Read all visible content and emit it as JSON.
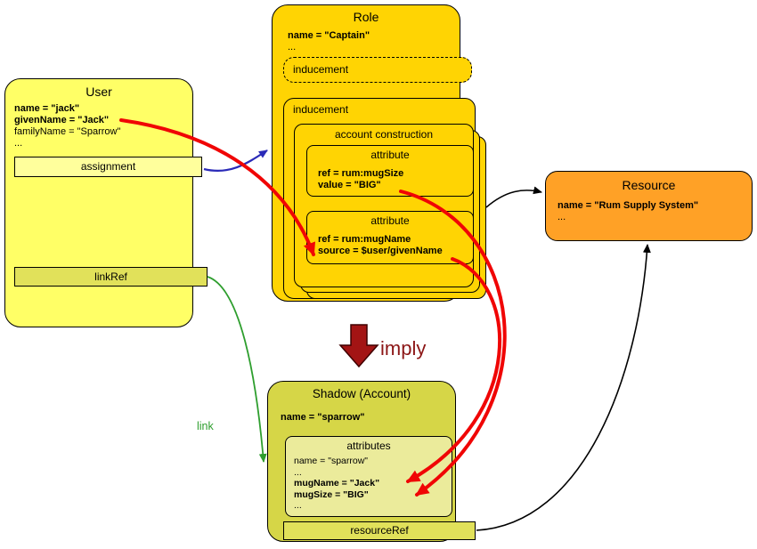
{
  "user": {
    "title": "User",
    "line_name": "name = \"jack\"",
    "line_givenname": "givenName = \"Jack\"",
    "line_familyname": "familyName = \"Sparrow\"",
    "ellipsis": "...",
    "assignment_label": "assignment",
    "linkref_label": "linkRef"
  },
  "role": {
    "title": "Role",
    "line_name": "name = \"Captain\"",
    "ellipsis": "...",
    "inducement_dashed_label": "inducement",
    "inducement_label": "inducement",
    "account_construction_title": "account construction",
    "attribute1": {
      "title": "attribute",
      "line1": "ref = rum:mugSize",
      "line2": "value = \"BIG\""
    },
    "attribute2": {
      "title": "attribute",
      "line1": "ref = rum:mugName",
      "line2": "source = $user/givenName"
    }
  },
  "resource": {
    "title": "Resource",
    "line_name": "name = \"Rum Supply System\"",
    "ellipsis": "..."
  },
  "shadow": {
    "title": "Shadow (Account)",
    "line_name": "name = \"sparrow\"",
    "attributes_title": "attributes",
    "attr_name": "name = \"sparrow\"",
    "attr_ellipsis1": "...",
    "attr_mugname": "mugName = \"Jack\"",
    "attr_mugsize": "mugSize = \"BIG\"",
    "attr_ellipsis2": "...",
    "resourceref_label": "resourceRef"
  },
  "labels": {
    "imply": "imply",
    "link": "link"
  },
  "colors": {
    "user_fill": "#FFFF66",
    "assignment_fill": "#FFFF9C",
    "linkref_fill": "#E1E15A",
    "role_fill": "#FFD403",
    "resource_fill": "#FFA126",
    "shadow_fill": "#D6D647",
    "shadow_attributes_fill": "#EBEB9B",
    "resourceref_fill": "#E1E15A",
    "arrow_red": "#F00505",
    "arrow_blue": "#2A2AB8",
    "arrow_green": "#2E9E2E",
    "arrow_black": "#000000",
    "imply_fill": "#A31414"
  }
}
